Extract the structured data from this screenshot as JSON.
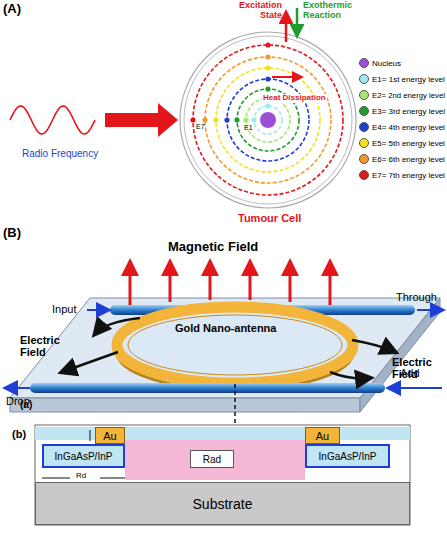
{
  "diagram": {
    "nodes": [
      {
        "text": [
          "Au"
        ]
      },
      {
        "text": [
          "Au"
        ]
      },
      {
        "text": [
          "InGaAsP/InP"
        ]
      },
      {
        "text": [
          "Rad"
        ]
      },
      {
        "text": [
          "InGaAsP/InP"
        ]
      },
      {
        "text": [
          "Substrate"
        ]
      }
    ],
    "labels": [
      "(A)",
      "Radio Frequency",
      "Excitation State",
      "Exothermic Reaction",
      "Heat Dissipation",
      "Tumour Cell",
      "E7",
      "E1",
      "(B)",
      "Magnetic Field",
      "Input",
      "Through",
      "Electric Field",
      "Electric Field",
      "Gold Nano-antenna",
      "Drop",
      "Add",
      "(a)",
      "(b)",
      "Rd"
    ],
    "legend": [
      {
        "text": "Nucleus",
        "color": "#9b4fd6"
      },
      {
        "text": "E1= 1st energy level",
        "color": "#9fe8f0"
      },
      {
        "text": "E2= 2nd energy level",
        "color": "#a6e86e"
      },
      {
        "text": "E3= 3rd energy level",
        "color": "#1e9c2e"
      },
      {
        "text": "E4= 4th energy level",
        "color": "#1f3fd0"
      },
      {
        "text": "E5= 5th energy level",
        "color": "#f2e21c"
      },
      {
        "text": "E6= 6th energy level",
        "color": "#f39a2a"
      },
      {
        "text": "E7= 7th energy level",
        "color": "#e3161b"
      }
    ]
  }
}
